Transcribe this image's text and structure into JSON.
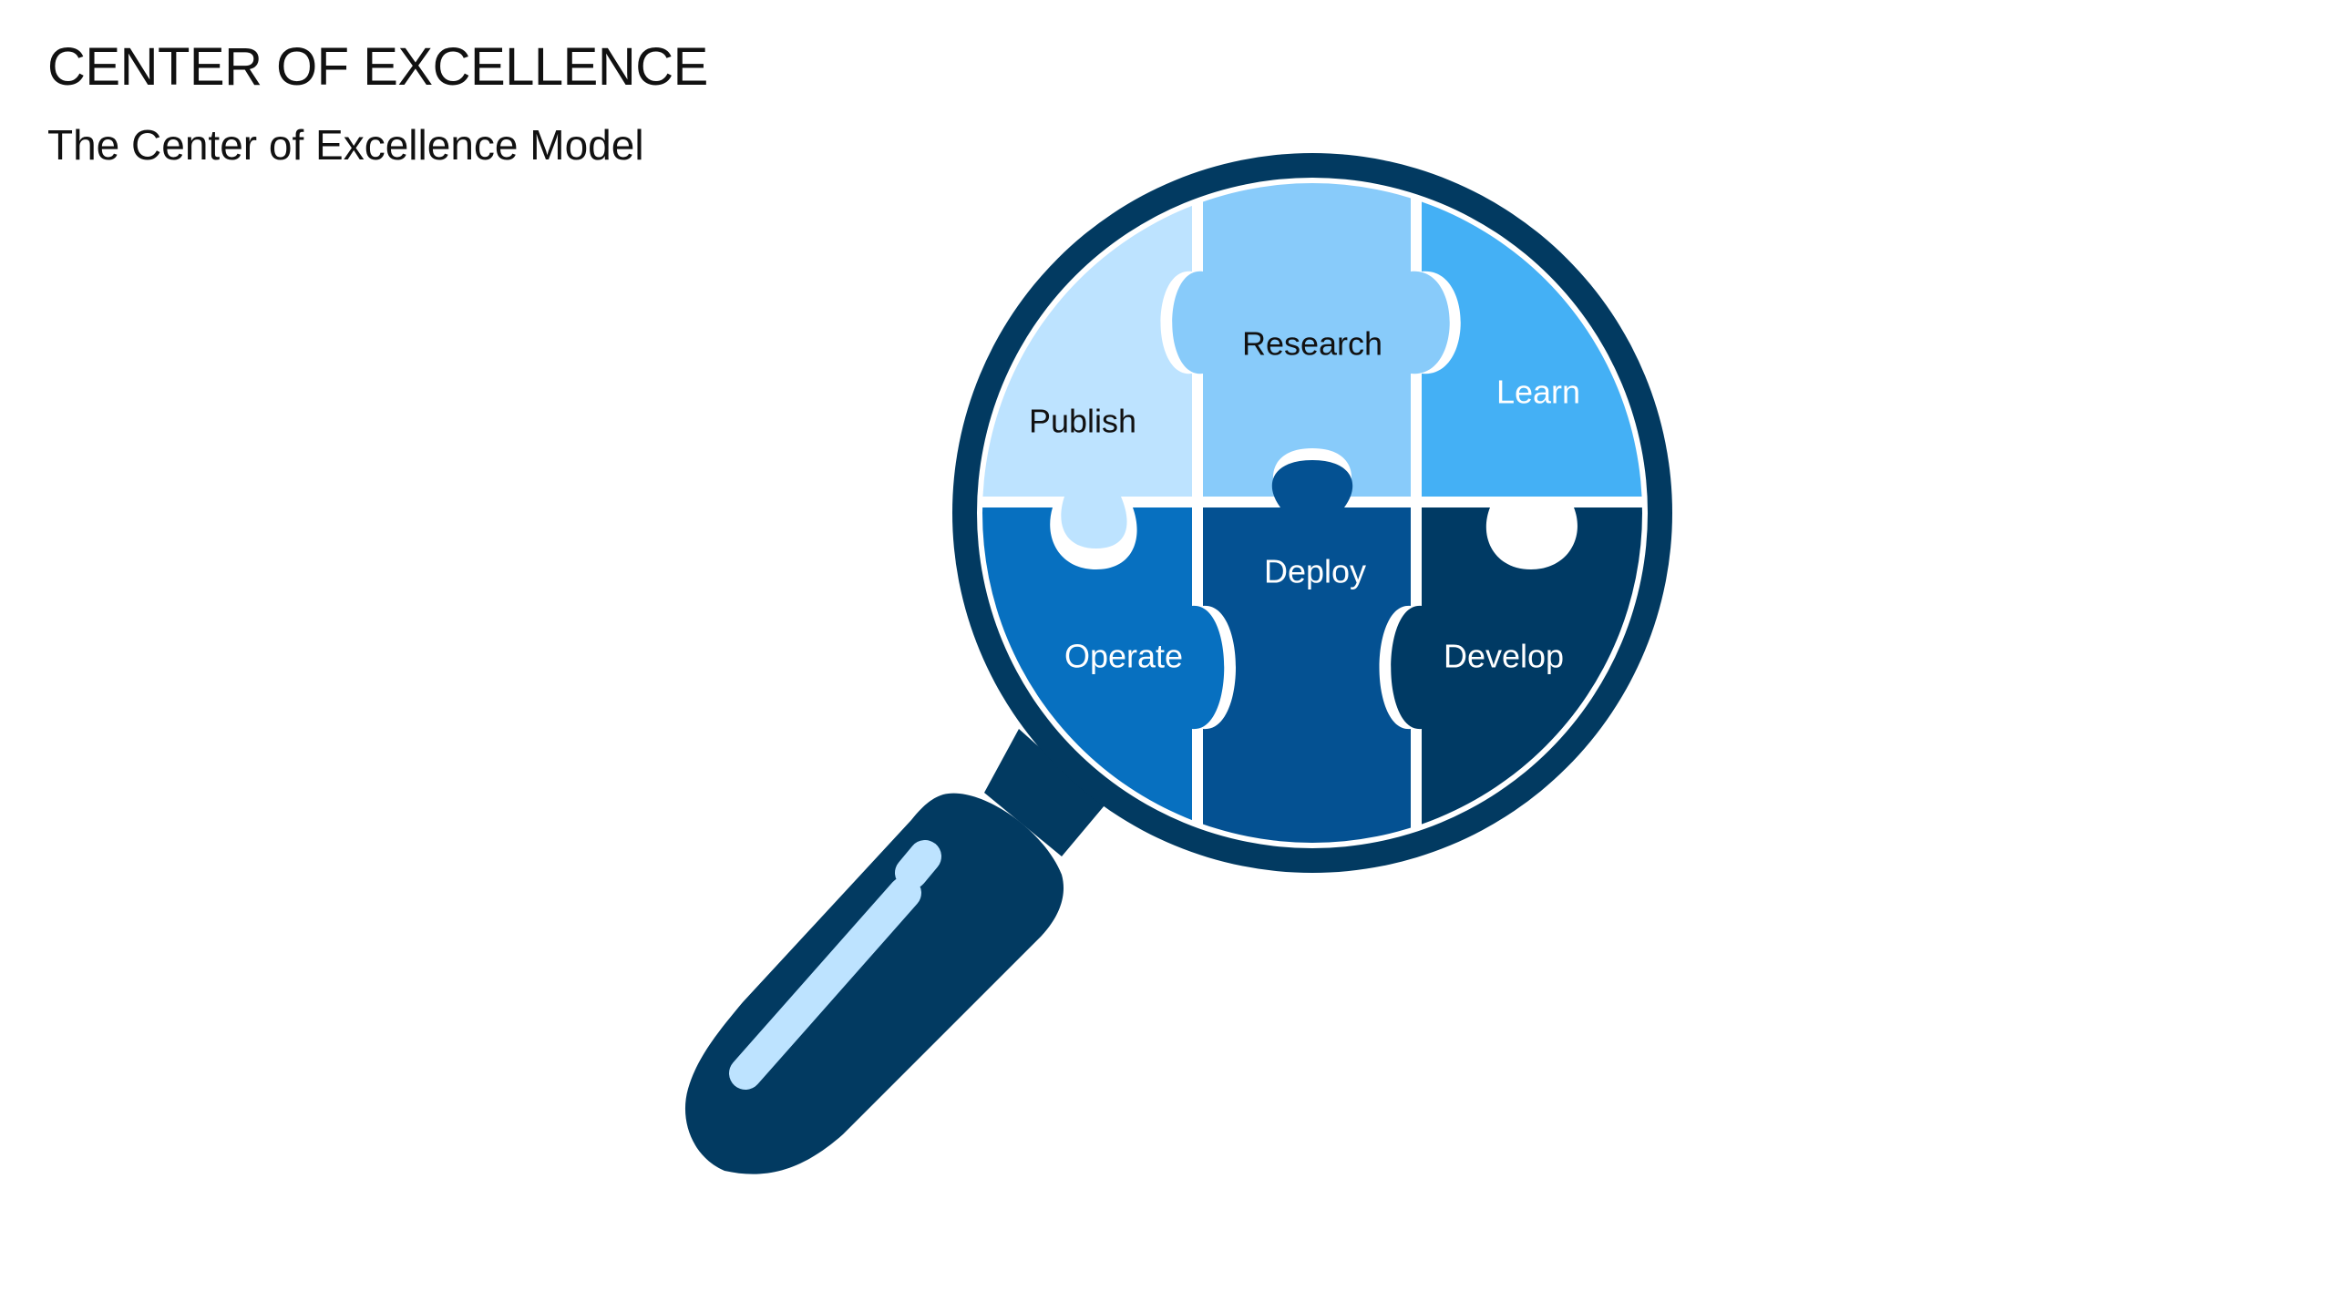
{
  "header": {
    "title": "CENTER OF EXCELLENCE",
    "subtitle": "The Center of Excellence Model"
  },
  "puzzle": {
    "pieces": [
      {
        "id": "publish",
        "label": "Publish",
        "fill": "#BDE3FF",
        "text_color": "#111111"
      },
      {
        "id": "research",
        "label": "Research",
        "fill": "#88CBFA",
        "text_color": "#111111"
      },
      {
        "id": "learn",
        "label": "Learn",
        "fill": "#44B0F5",
        "text_color": "#FFFFFF"
      },
      {
        "id": "operate",
        "label": "Operate",
        "fill": "#0770C0",
        "text_color": "#FFFFFF"
      },
      {
        "id": "deploy",
        "label": "Deploy",
        "fill": "#045192",
        "text_color": "#FFFFFF"
      },
      {
        "id": "develop",
        "label": "Develop",
        "fill": "#003A64",
        "text_color": "#FFFFFF"
      }
    ]
  },
  "magnifier": {
    "rim_color": "#023A61",
    "handle_color": "#023A61",
    "highlight_color": "#BDE3FF"
  }
}
